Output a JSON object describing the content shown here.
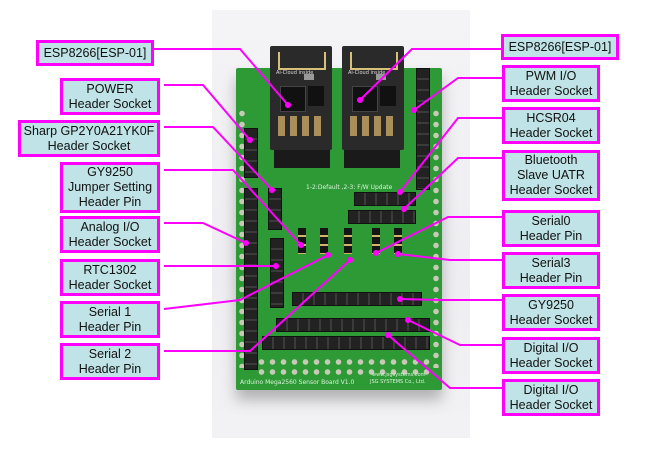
{
  "diagram": {
    "subject": "Arduino Mega2560 Sensor Board V1.0",
    "board_silkscreen": {
      "name": "Arduino Mega2560 Sensor Board V1.0",
      "url": "www.jsgsystems.com",
      "company": "JSG SYSTEMS Co., Ltd.",
      "jumper_note": "1-2:Default ,2-3: F/W Update",
      "module_text": "Ai-Cloud inside"
    },
    "colors": {
      "label_fill": "#bfe3e6",
      "label_border": "#ff00ff",
      "leader_line": "#ff00ff",
      "pcb": "#2e9a36"
    },
    "left_labels": [
      {
        "id": "esp8266-left",
        "lines": [
          "ESP8266[ESP-01]"
        ]
      },
      {
        "id": "power",
        "lines": [
          "POWER",
          "Header Socket"
        ]
      },
      {
        "id": "sharp",
        "lines": [
          "Sharp GP2Y0A21YK0F",
          "Header Socket"
        ]
      },
      {
        "id": "gy9250-jumper",
        "lines": [
          "GY9250",
          "Jumper Setting",
          "Header Pin"
        ]
      },
      {
        "id": "analog-io",
        "lines": [
          "Analog I/O",
          "Header Socket"
        ]
      },
      {
        "id": "rtc1302",
        "lines": [
          "RTC1302",
          "Header Socket"
        ]
      },
      {
        "id": "serial1",
        "lines": [
          "Serial 1",
          "Header Pin"
        ]
      },
      {
        "id": "serial2",
        "lines": [
          "Serial 2",
          "Header Pin"
        ]
      }
    ],
    "right_labels": [
      {
        "id": "esp8266-right",
        "lines": [
          "ESP8266[ESP-01]"
        ]
      },
      {
        "id": "pwm-io",
        "lines": [
          "PWM I/O",
          "Header Socket"
        ]
      },
      {
        "id": "hcsr04",
        "lines": [
          "HCSR04",
          "Header Socket"
        ]
      },
      {
        "id": "bluetooth",
        "lines": [
          "Bluetooth",
          "Slave UATR",
          "Header Socket"
        ]
      },
      {
        "id": "serial0",
        "lines": [
          "Serial0",
          "Header Pin"
        ]
      },
      {
        "id": "serial3",
        "lines": [
          "Serial3",
          "Header Pin"
        ]
      },
      {
        "id": "gy9250-socket",
        "lines": [
          "GY9250",
          "Header Socket"
        ]
      },
      {
        "id": "digital-io-1",
        "lines": [
          "Digital I/O",
          "Header Socket"
        ]
      },
      {
        "id": "digital-io-2",
        "lines": [
          "Digital I/O",
          "Header Socket"
        ]
      }
    ]
  }
}
